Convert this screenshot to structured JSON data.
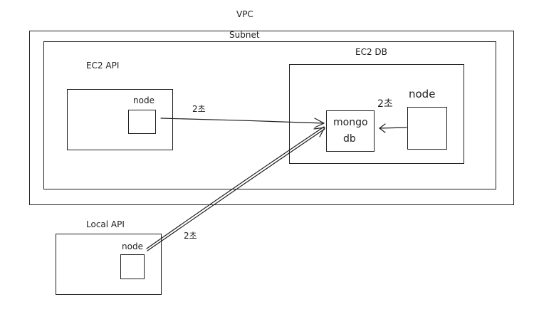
{
  "labels": {
    "vpc": "VPC",
    "subnet": "Subnet",
    "ec2_api": "EC2 API",
    "ec2_db": "EC2 DB",
    "local_api": "Local API",
    "node_api": "node",
    "node_db": "node",
    "node_local": "node",
    "mongo_line1": "mongo",
    "mongo_line2": "db",
    "latency_api_to_db": "2초",
    "latency_db_node": "2초",
    "latency_local_to_db": "2초"
  },
  "colors": {
    "stroke": "#1e1e1e",
    "background": "#ffffff"
  }
}
